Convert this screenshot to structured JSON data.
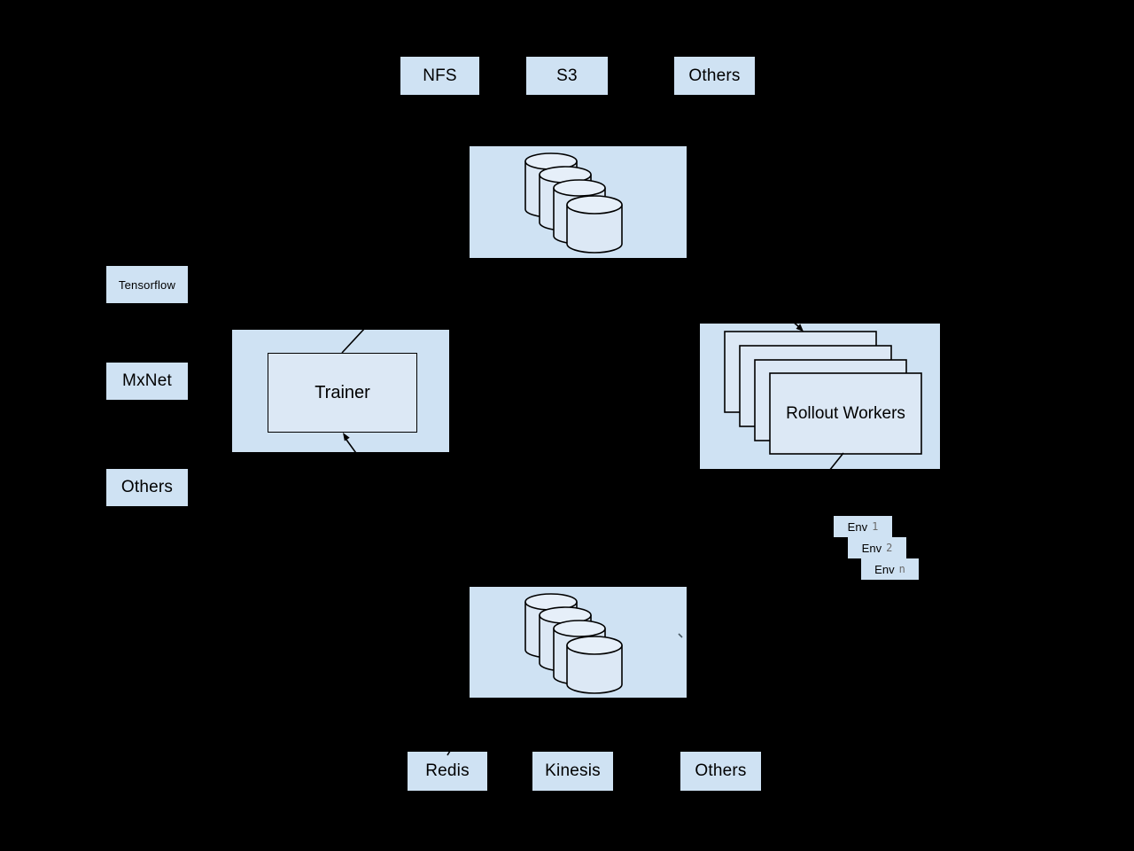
{
  "colors": {
    "background": "#000000",
    "box_fill": "#cfe2f3",
    "shape_fill": "#dce8f5",
    "ellipse_fill": "#e6eff9",
    "line": "#000000",
    "env_sub": "#6b6b6b"
  },
  "storage_backends_top": {
    "items": [
      "NFS",
      "S3",
      "Others"
    ]
  },
  "frameworks": {
    "items": [
      "Tensorflow",
      "MxNet",
      "Others"
    ]
  },
  "trainer": {
    "label": "Trainer"
  },
  "rollout_workers": {
    "label": "Rollout Workers"
  },
  "environments": {
    "items": [
      {
        "prefix": "Env",
        "sub": "1"
      },
      {
        "prefix": "Env",
        "sub": "2"
      },
      {
        "prefix": "Env",
        "sub": "n"
      }
    ]
  },
  "memory_backends_bottom": {
    "items": [
      "Redis",
      "Kinesis",
      "Others"
    ]
  }
}
